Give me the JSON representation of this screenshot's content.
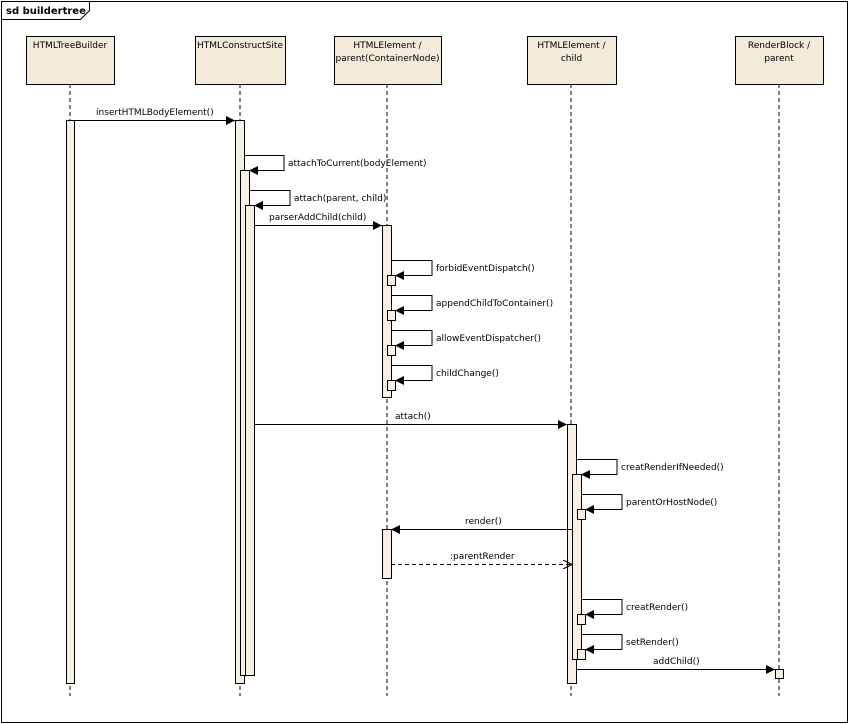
{
  "frame": {
    "title": "sd buildertree"
  },
  "lifelines": [
    {
      "id": "tb",
      "lines": [
        "HTMLTreeBuilder"
      ]
    },
    {
      "id": "cs",
      "lines": [
        "HTMLConstructSite"
      ]
    },
    {
      "id": "pe",
      "lines": [
        "HTMLElement /",
        "parent(ContainerNode)"
      ]
    },
    {
      "id": "ce",
      "lines": [
        "HTMLElement /",
        "child"
      ]
    },
    {
      "id": "rb",
      "lines": [
        "RenderBlock /",
        "parent"
      ]
    }
  ],
  "messages": [
    {
      "label": "insertHTMLBodyElement()",
      "from": "tb",
      "to": "cs",
      "kind": "sync"
    },
    {
      "label": "attachToCurrent(bodyElement)",
      "from": "cs",
      "to": "cs",
      "kind": "self"
    },
    {
      "label": "attach(parent, child)",
      "from": "cs",
      "to": "cs",
      "kind": "self"
    },
    {
      "label": "parserAddChild(child)",
      "from": "cs",
      "to": "pe",
      "kind": "sync"
    },
    {
      "label": "forbidEventDispatch()",
      "from": "pe",
      "to": "pe",
      "kind": "self"
    },
    {
      "label": "appendChildToContainer()",
      "from": "pe",
      "to": "pe",
      "kind": "self"
    },
    {
      "label": "allowEventDispatcher()",
      "from": "pe",
      "to": "pe",
      "kind": "self"
    },
    {
      "label": "childChange()",
      "from": "pe",
      "to": "pe",
      "kind": "self"
    },
    {
      "label": "attach()",
      "from": "cs",
      "to": "ce",
      "kind": "sync"
    },
    {
      "label": "creatRenderIfNeeded()",
      "from": "ce",
      "to": "ce",
      "kind": "self"
    },
    {
      "label": "parentOrHostNode()",
      "from": "ce",
      "to": "ce",
      "kind": "self"
    },
    {
      "label": "render()",
      "from": "ce",
      "to": "pe",
      "kind": "sync"
    },
    {
      "label": ":parentRender",
      "from": "pe",
      "to": "ce",
      "kind": "return"
    },
    {
      "label": "creatRender()",
      "from": "ce",
      "to": "ce",
      "kind": "self"
    },
    {
      "label": "setRender()",
      "from": "ce",
      "to": "ce",
      "kind": "self"
    },
    {
      "label": "addChild()",
      "from": "ce",
      "to": "rb",
      "kind": "sync"
    }
  ]
}
